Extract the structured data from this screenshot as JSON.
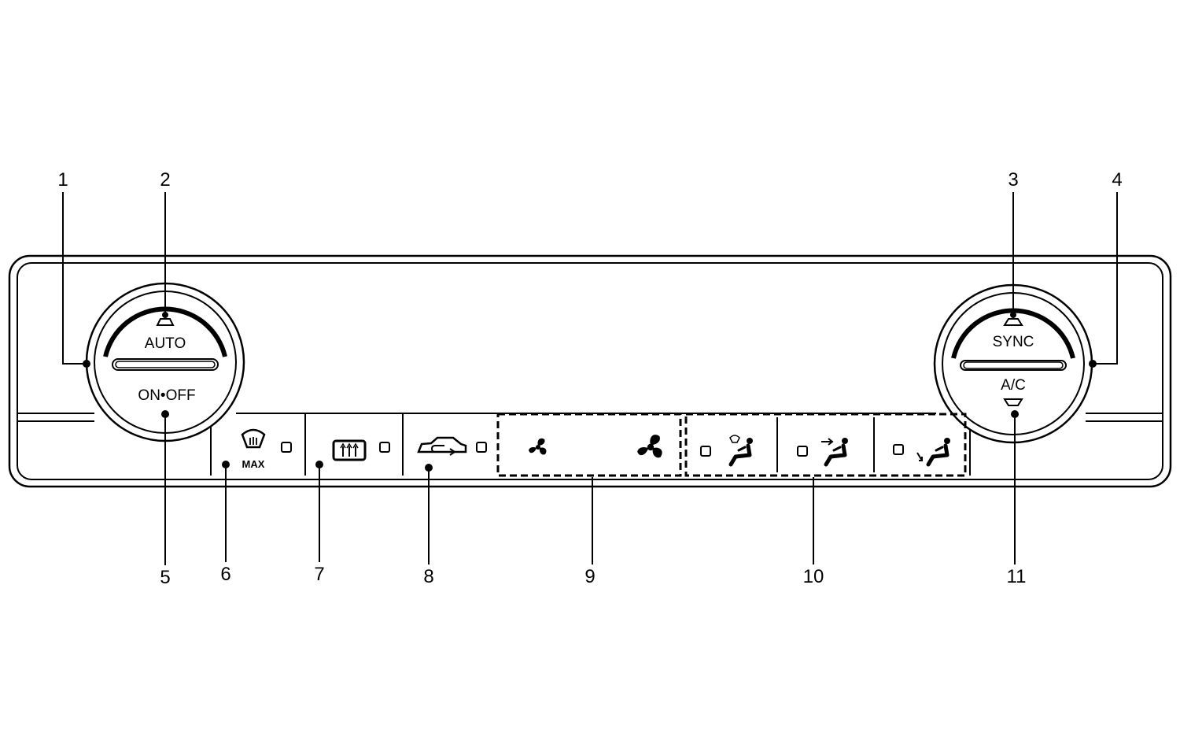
{
  "left_knob": {
    "top_label": "AUTO",
    "bottom_label": "ON•OFF"
  },
  "right_knob": {
    "top_label": "SYNC",
    "bottom_label": "A/C"
  },
  "buttons": {
    "max_defrost": {
      "icon": "front-defrost-icon",
      "sub_label": "MAX"
    },
    "rear_defrost": {
      "icon": "rear-defrost-icon"
    },
    "recirculation": {
      "icon": "air-recirculation-icon"
    },
    "fan_speed": {
      "icons": [
        "fan-low-icon",
        "fan-high-icon"
      ]
    },
    "air_flow": {
      "icons": [
        "defrost-foot-mode-icon",
        "face-mode-icon",
        "foot-mode-icon"
      ]
    }
  },
  "callouts": [
    "1",
    "2",
    "3",
    "4",
    "5",
    "6",
    "7",
    "8",
    "9",
    "10",
    "11"
  ],
  "colors": {
    "line": "#000000",
    "background": "#ffffff"
  }
}
